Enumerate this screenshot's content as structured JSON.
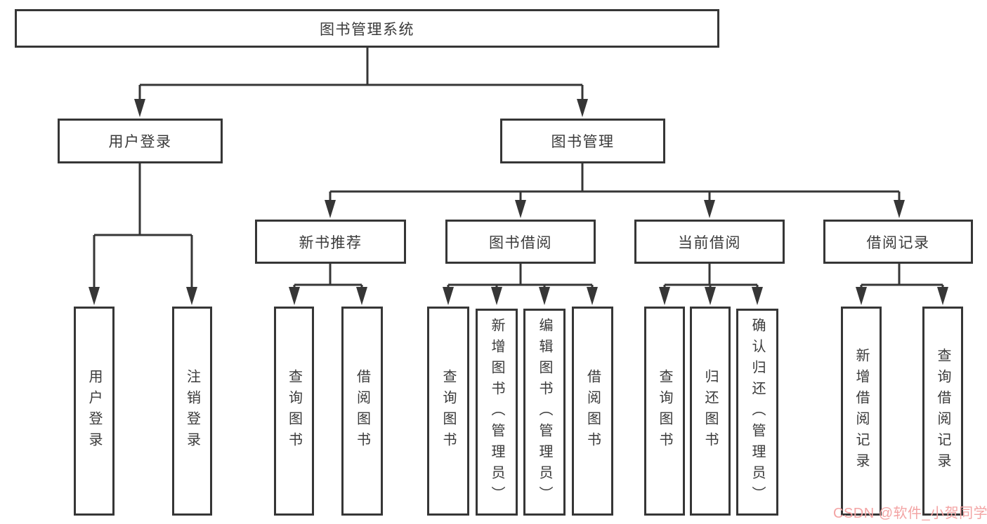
{
  "root": {
    "label": "图书管理系统"
  },
  "branches": [
    {
      "label": "用户登录",
      "children": [
        {
          "label": "用户登录"
        },
        {
          "label": "注销登录"
        }
      ]
    },
    {
      "label": "图书管理",
      "children": [
        {
          "label": "新书推荐",
          "children": [
            {
              "label": "查询图书"
            },
            {
              "label": "借阅图书"
            }
          ]
        },
        {
          "label": "图书借阅",
          "children": [
            {
              "label": "查询图书"
            },
            {
              "label": "新增图书（管理员）"
            },
            {
              "label": "编辑图书（管理员）"
            },
            {
              "label": "借阅图书"
            }
          ]
        },
        {
          "label": "当前借阅",
          "children": [
            {
              "label": "查询图书"
            },
            {
              "label": "归还图书"
            },
            {
              "label": "确认归还（管理员）"
            }
          ]
        },
        {
          "label": "借阅记录",
          "children": [
            {
              "label": "新增借阅记录"
            },
            {
              "label": "查询借阅记录"
            }
          ]
        }
      ]
    }
  ],
  "watermark": {
    "text": "CSDN @软件_小贺同学",
    "color": "#f3a4a4"
  },
  "colors": {
    "line": "#363636",
    "text": "#3a3a3a",
    "background": "#ffffff"
  }
}
